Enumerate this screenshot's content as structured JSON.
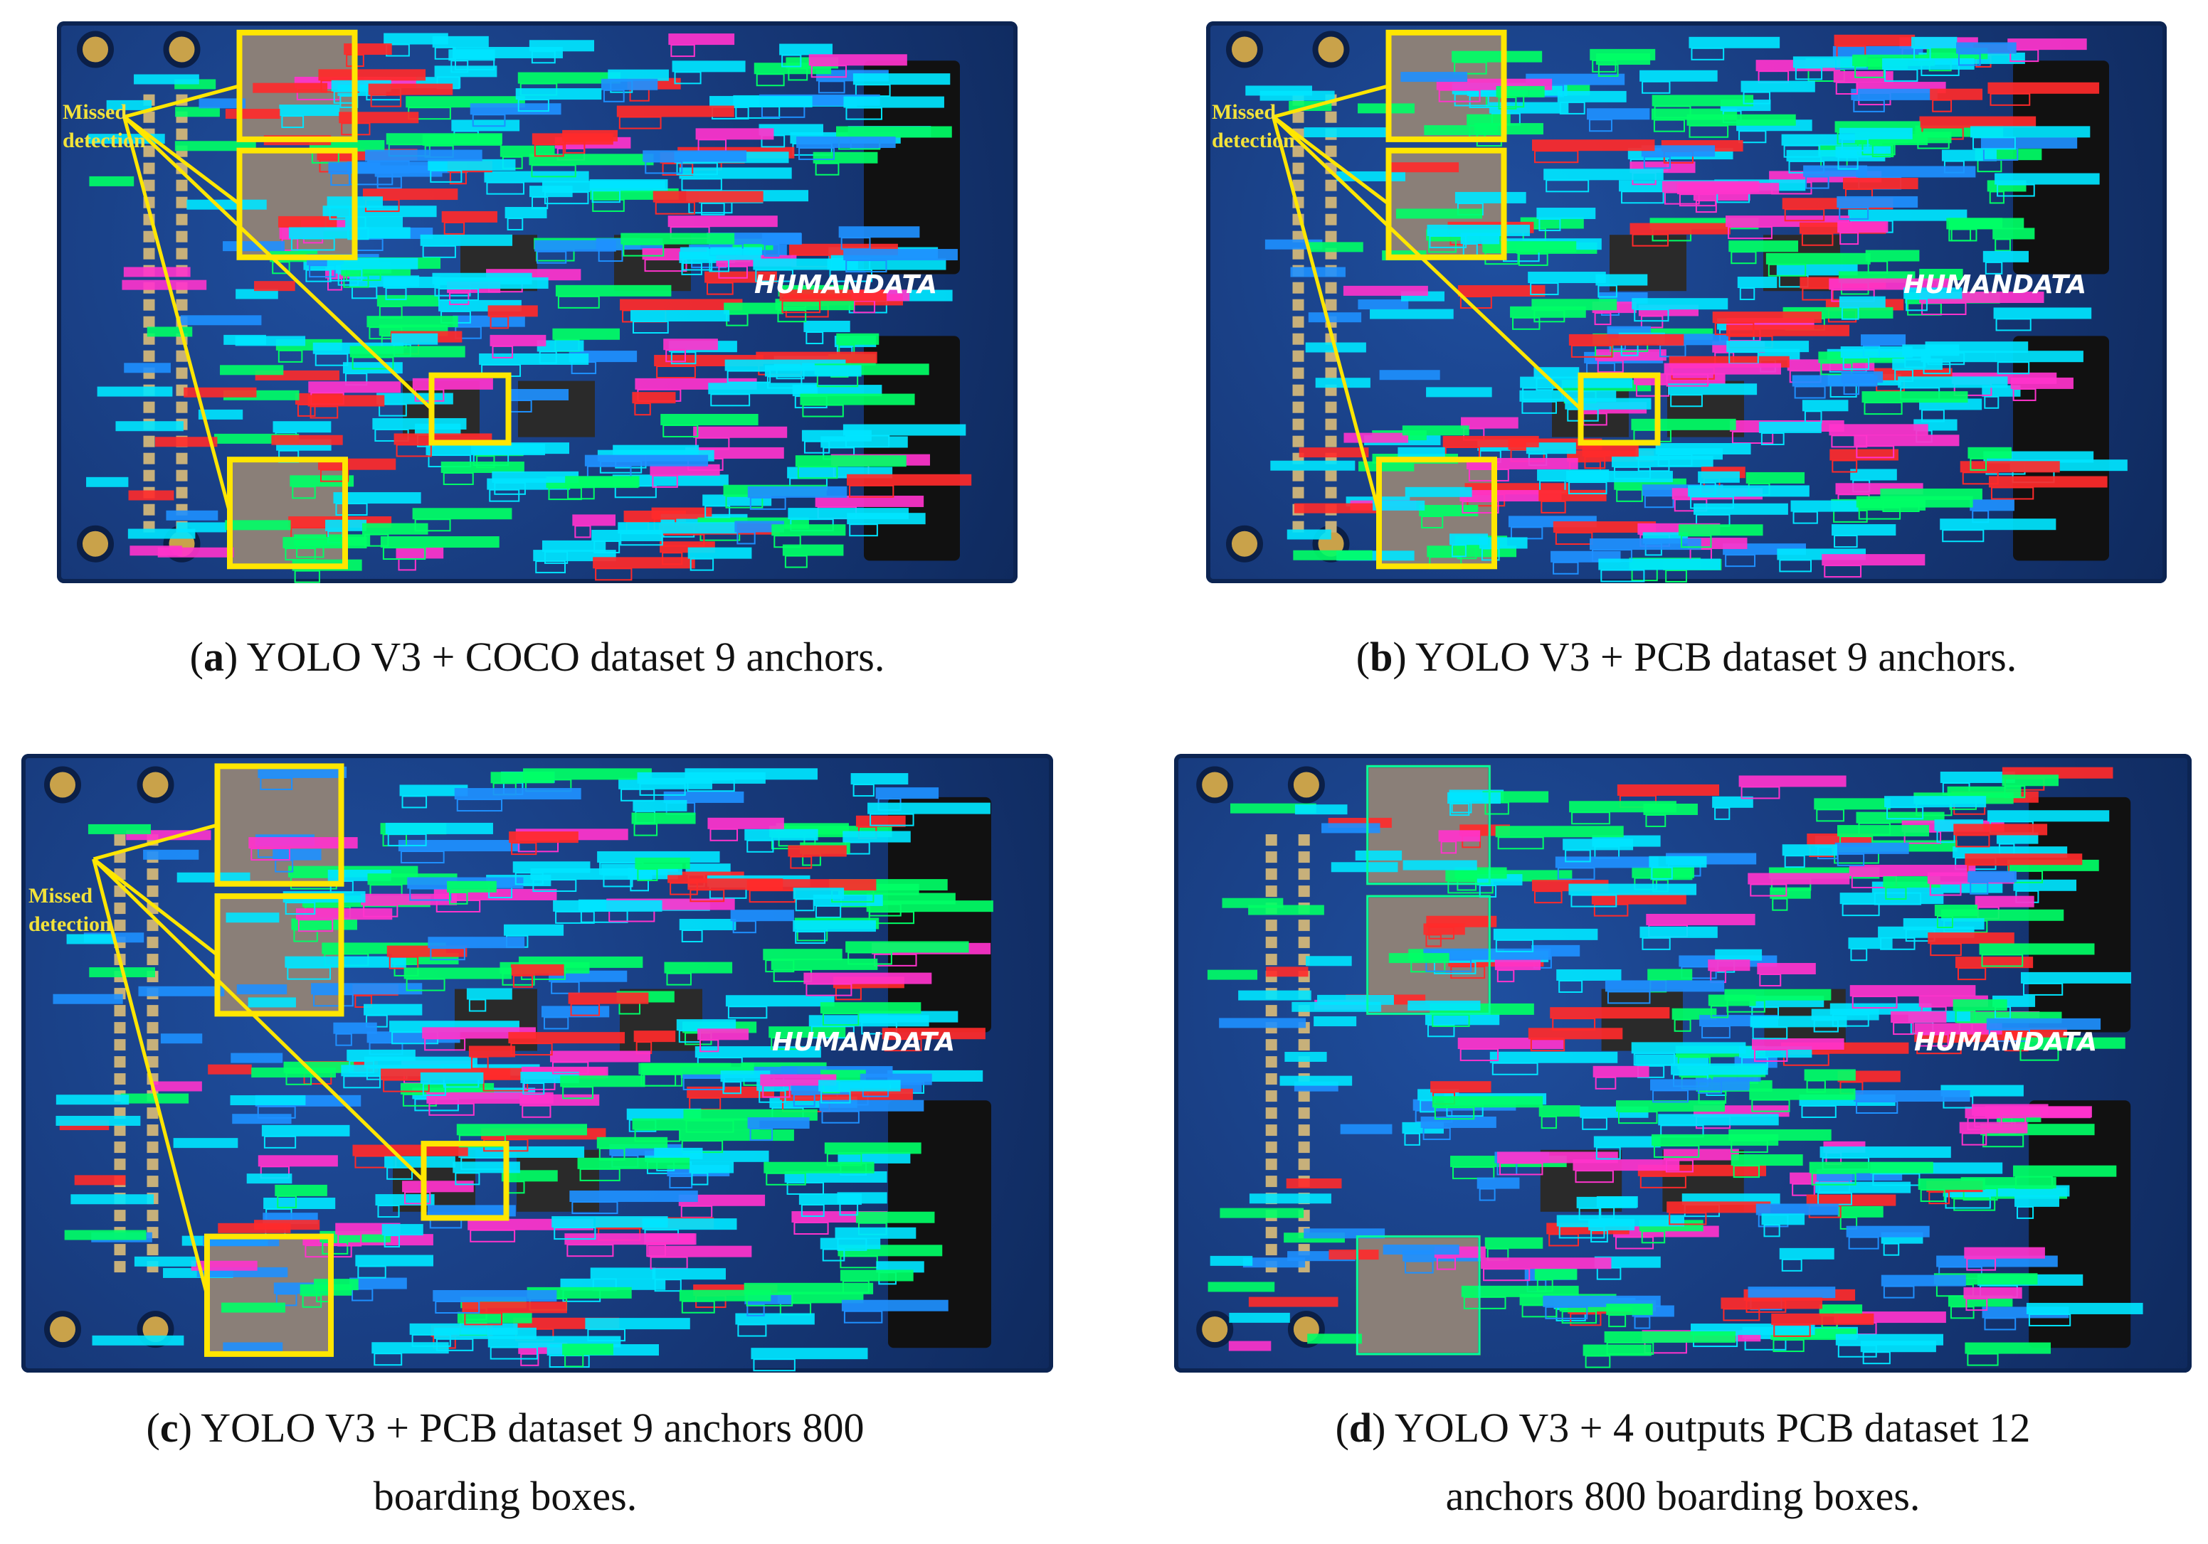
{
  "panels": [
    {
      "id": "a",
      "caption_letter": "a",
      "caption_text": " YOLO V3 + COCO dataset 9 anchors.",
      "caption_line2": "",
      "missed_label": "Missed\ndetection",
      "brand": "HUMANDATA"
    },
    {
      "id": "b",
      "caption_letter": "b",
      "caption_text": " YOLO V3 + PCB dataset 9 anchors.",
      "caption_line2": "",
      "missed_label": "Missed\ndetection",
      "brand": "HUMANDATA"
    },
    {
      "id": "c",
      "caption_letter": "c",
      "caption_text": " YOLO V3 + PCB dataset 9 anchors 800",
      "caption_line2": "boarding boxes.",
      "missed_label": "Missed\ndetection",
      "brand": "HUMANDATA"
    },
    {
      "id": "d",
      "caption_letter": "d",
      "caption_text": " YOLO V3 + 4 outputs PCB dataset 12",
      "caption_line2": "anchors 800 boarding boxes.",
      "missed_label": "",
      "brand": "HUMANDATA"
    }
  ],
  "colors": {
    "board": "#17397a",
    "capacitor_box": "#00e5ff",
    "component_box": "#00ff66",
    "resistor_box": "#ff2a2a",
    "led_box": "#ff33cc",
    "connector_box": "#1e90ff",
    "highlight": "#ffe600"
  }
}
